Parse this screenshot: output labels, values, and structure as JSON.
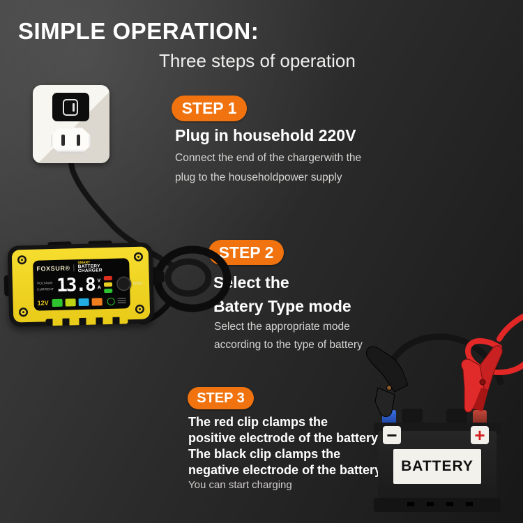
{
  "page": {
    "title": "SIMPLE OPERATION:",
    "subtitle": "Three steps of operation"
  },
  "steps": [
    {
      "badge": "STEP 1",
      "heading": "Plug in household 220V",
      "desc": [
        "Connect the end of the chargerwith the",
        "plug to the householdpower supply"
      ]
    },
    {
      "badge": "STEP 2",
      "heading": [
        "Select the",
        "Batery Type mode"
      ],
      "desc": [
        "Select the appropriate mode",
        "according to the type of battery"
      ]
    },
    {
      "badge": "STEP 3",
      "lines": [
        "The red clip clamps the",
        "positive electrode of the battery",
        "The black clip clamps the",
        "negative electrode of the battery"
      ],
      "note": "You can start charging"
    }
  ],
  "charger": {
    "brand": "FOXSUR®",
    "tagline_top": "SMART",
    "tagline_bottom": "BATTERY CHARGER",
    "reading": "13.8",
    "unit_volt": "V",
    "unit_amp": "A",
    "label_voltage": "VOLTAGE",
    "label_current": "CURRENT",
    "battery_class": "12V",
    "mode_label": "MODE"
  },
  "battery": {
    "label": "BATTERY",
    "minus": "−",
    "plus": "+"
  },
  "colors": {
    "accent_orange": "#F0730F",
    "charger_yellow": "#F2D626",
    "display_black": "#070707",
    "red_clip": "#E02A2A",
    "background_dark": "#262626"
  }
}
